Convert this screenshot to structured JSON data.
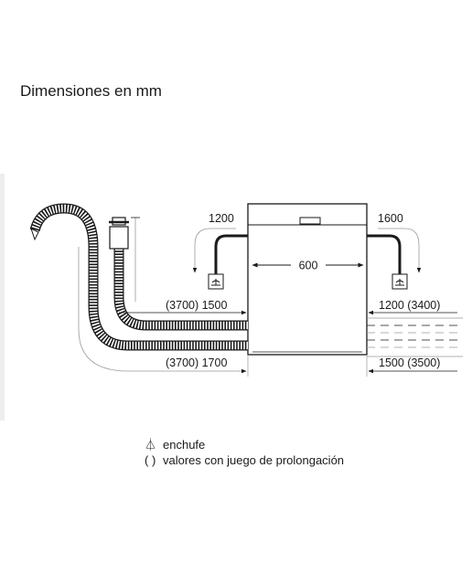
{
  "title": "Dimensiones en mm",
  "dimensions": {
    "top_left": "1200",
    "top_right": "1600",
    "width": "600",
    "hose_left_upper": "(3700) 1500",
    "hose_left_lower": "(3700) 1700",
    "right_upper": "1200 (3400)",
    "right_lower": "1500 (3500)"
  },
  "legend": {
    "socket_symbol": "⏃",
    "socket_label": "enchufe",
    "paren_symbol": "( )",
    "paren_label": "valores con juego de prolongación"
  },
  "colors": {
    "line": "#1a1a1a",
    "hose_fill": "#ffffff",
    "light_line": "#999999"
  }
}
